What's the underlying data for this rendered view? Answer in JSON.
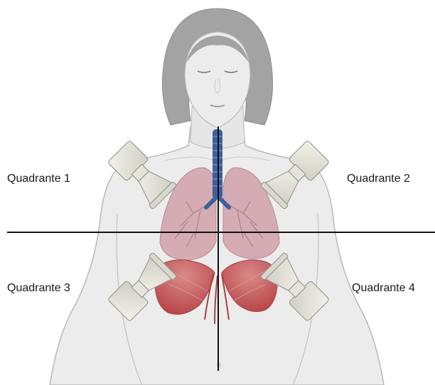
{
  "labels": {
    "q1": "Quadrante 1",
    "q2": "Quadrante 2",
    "q3": "Quadrante 3",
    "q4": "Quadrante 4"
  },
  "colors": {
    "skin": "#ececec",
    "skin_outline": "#b9b9b9",
    "hair": "#a3a3a3",
    "lung": "#cf9ea7",
    "trachea": "#3f5f9a",
    "diaphragm": "#c4585a",
    "device": "#e4e4da",
    "axis_line": "#111111"
  },
  "icons": [
    "patient-figure",
    "lungs",
    "trachea",
    "diaphragm",
    "ultrasound-probe"
  ]
}
